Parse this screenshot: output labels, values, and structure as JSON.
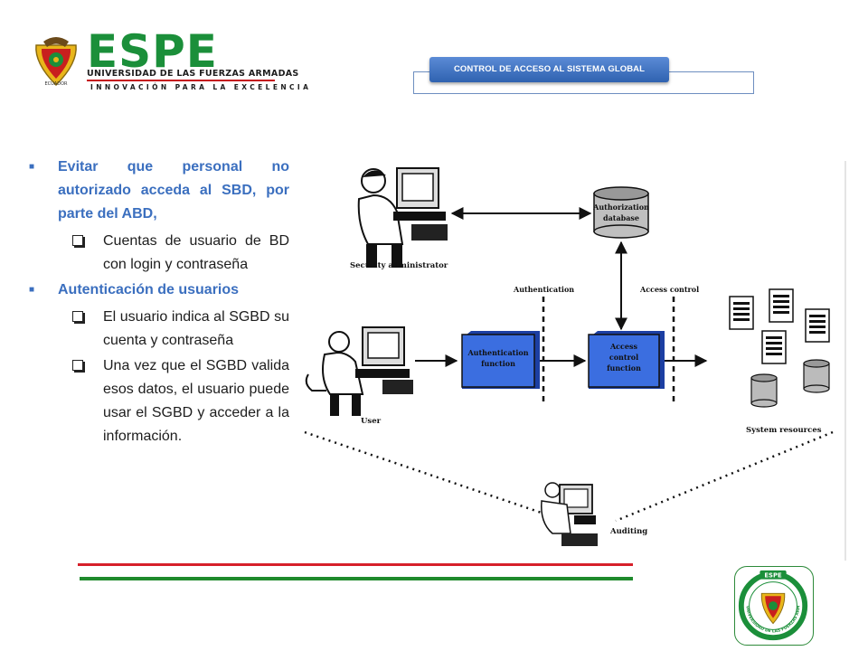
{
  "header": {
    "brand": "ESPE",
    "subtitle": "UNIVERSIDAD DE LAS FUERZAS ARMADAS",
    "tagline": "INNOVACIÓN PARA LA EXCELENCIA",
    "shield_text": "ECUADOR"
  },
  "section": {
    "label": "CONTROL DE ACCESO AL SISTEMA GLOBAL"
  },
  "content": {
    "items": [
      {
        "level": 1,
        "text": "Evitar que personal no autorizado acceda al SBD, por parte del ABD,"
      },
      {
        "level": 2,
        "text": "Cuentas de usuario de BD con login y contraseña"
      },
      {
        "level": 1,
        "text": "Autenticación de usuarios"
      },
      {
        "level": 2,
        "text": "El usuario indica al SGBD su cuenta y contraseña"
      },
      {
        "level": 2,
        "text": "Una vez que el SGBD valida esos datos, el usuario puede usar el SGBD y acceder a la información."
      }
    ]
  },
  "diagram": {
    "security_admin": "Security administrator",
    "auth_db_line1": "Authorization",
    "auth_db_line2": "database",
    "authentication": "Authentication",
    "access_control": "Access control",
    "auth_fn_line1": "Authentication",
    "auth_fn_line2": "function",
    "ac_fn_line1": "Access",
    "ac_fn_line2": "control",
    "ac_fn_line3": "function",
    "user": "User",
    "system_resources": "System resources",
    "auditing": "Auditing"
  },
  "badge": {
    "top": "ESPE",
    "ring": "UNIVERSIDAD DE LAS FUERZAS ARMADAS"
  },
  "colors": {
    "brand_green": "#1b8f3a",
    "brand_red": "#c5121b",
    "pill_blue": "#2f62b0",
    "bullet_blue": "#3b6fbf",
    "box_blue": "#3b6ee0",
    "footer_red": "#d6202a",
    "footer_green": "#1f8a2c"
  }
}
